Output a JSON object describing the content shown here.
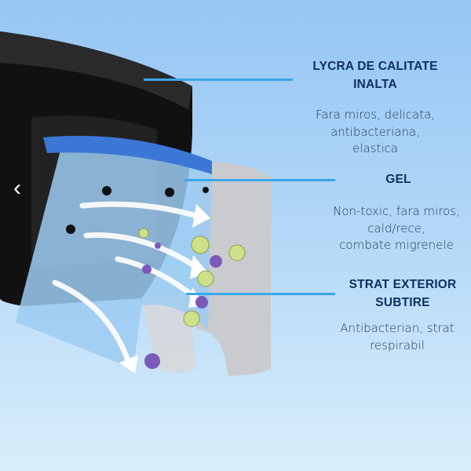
{
  "carousel": {
    "prev_icon": "chevron-left-icon",
    "prev_glyph": "‹"
  },
  "features": [
    {
      "title_lines": [
        "LYCRA DE CALITATE",
        "INALTA"
      ],
      "desc_lines": [
        "Fara miros, delicata,",
        "antibacteriana,",
        "elastica"
      ]
    },
    {
      "title_lines": [
        "GEL"
      ],
      "desc_lines": [
        "Non-toxic, fara miros,",
        "cald/rece,",
        "combate migrenele"
      ]
    },
    {
      "title_lines": [
        "STRAT EXTERIOR",
        "SUBTIRE"
      ],
      "desc_lines": [
        "Antibacterian, strat",
        "respirabil"
      ]
    }
  ],
  "colors": {
    "accent": "#3aa6ea",
    "title": "#0f2f62",
    "text": "#243a5a"
  }
}
